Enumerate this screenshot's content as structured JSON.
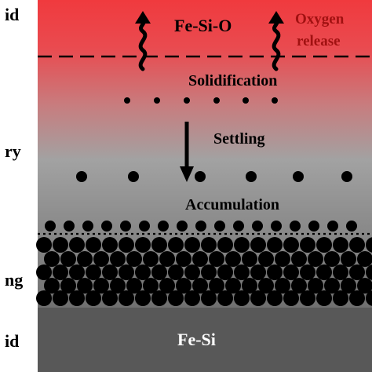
{
  "side_labels": {
    "top": "id",
    "upper_middle": "ry",
    "lower_middle": "ng",
    "bottom": "id"
  },
  "annotations": {
    "gas": "Fe-Si-O",
    "oxygen_line1": "Oxygen",
    "oxygen_line2": "release",
    "solidification": "Solidification",
    "settling": "Settling",
    "accumulation": "Accumulation",
    "substrate": "Fe-Si"
  },
  "colors": {
    "top_red": "#f03a3e",
    "mid_gray": "#9a9a9a",
    "lower_gray": "#7a7a7a",
    "substrate_gray": "#585858",
    "particle": "#000000",
    "text_accent": "#a11111"
  },
  "icons": {
    "gas_wave": "wavy-up-arrow-icon",
    "settling": "down-arrow-icon"
  }
}
